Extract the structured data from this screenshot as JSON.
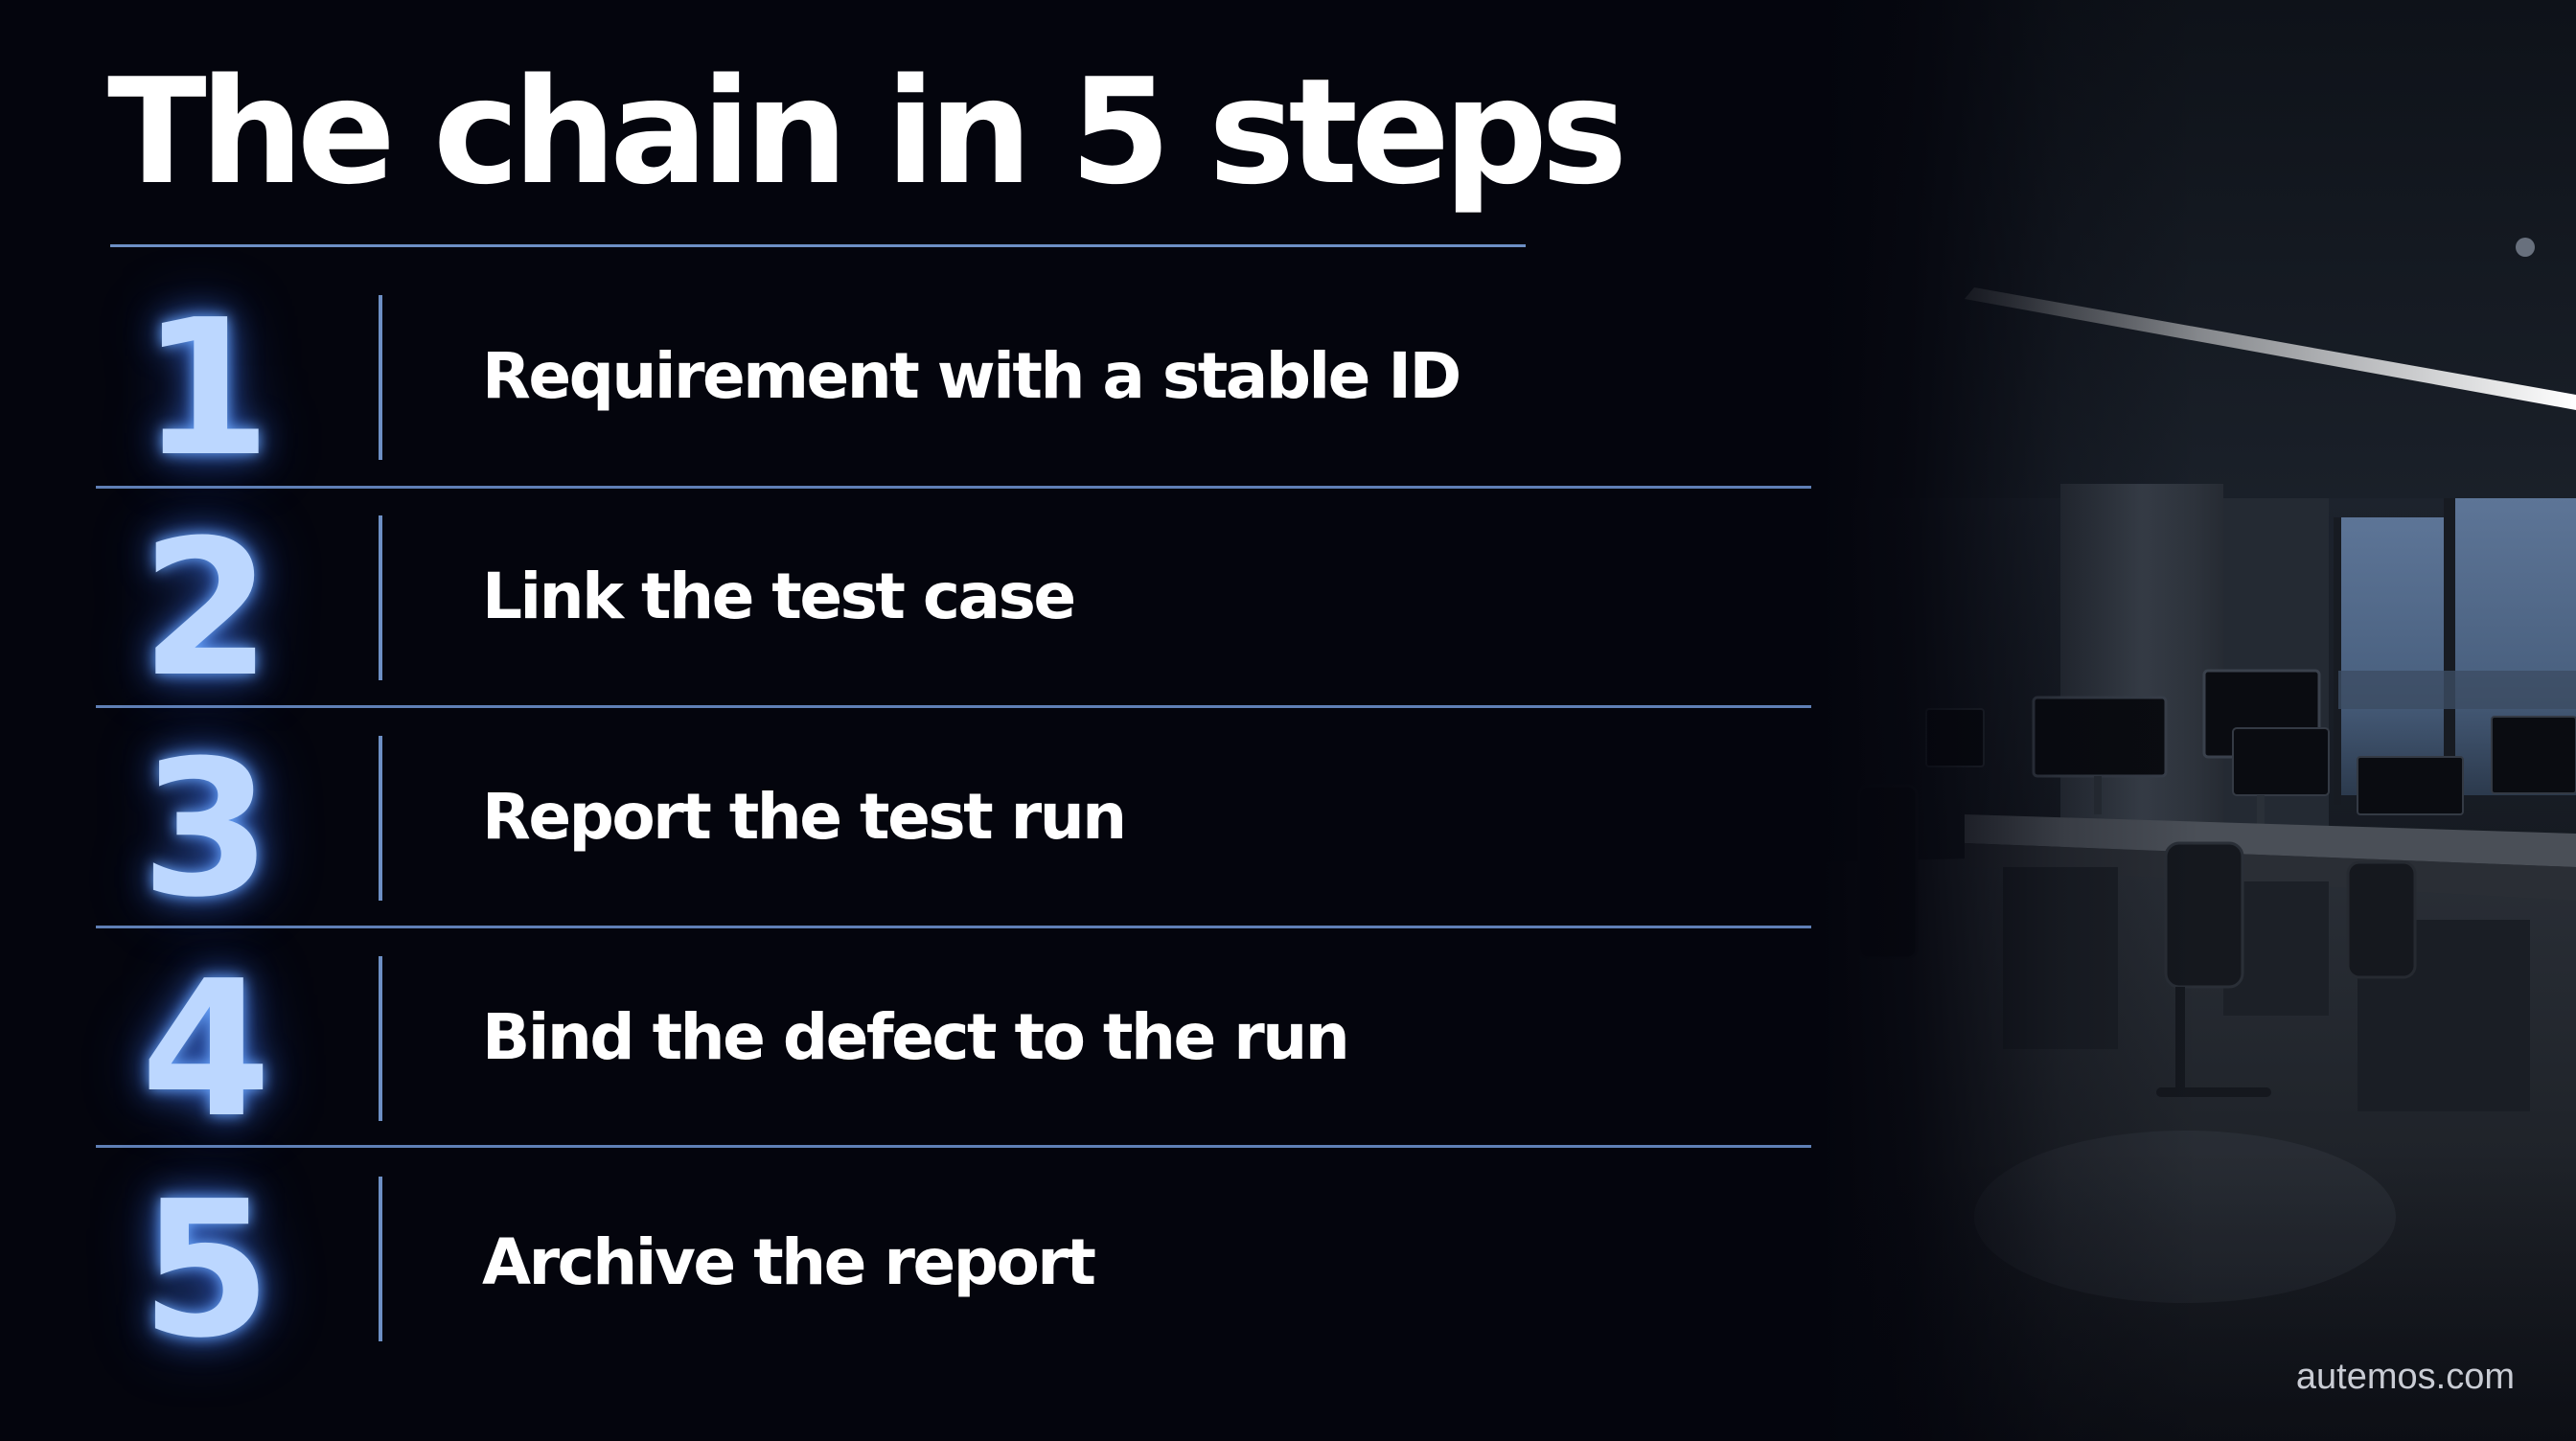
{
  "slide": {
    "title": "The chain in 5 steps",
    "brand": "autemos.com"
  },
  "steps": [
    {
      "number": "1",
      "label": "Requirement with a stable ID"
    },
    {
      "number": "2",
      "label": "Link the test case"
    },
    {
      "number": "3",
      "label": "Report the test run"
    },
    {
      "number": "4",
      "label": "Bind the defect to the run"
    },
    {
      "number": "5",
      "label": "Archive the report"
    }
  ],
  "colors": {
    "background": "#04050d",
    "accent_line": "#6d8fc4",
    "number_glow": "#bcd7ff",
    "text": "#ffffff",
    "brand_text": "#c9ccd4"
  }
}
